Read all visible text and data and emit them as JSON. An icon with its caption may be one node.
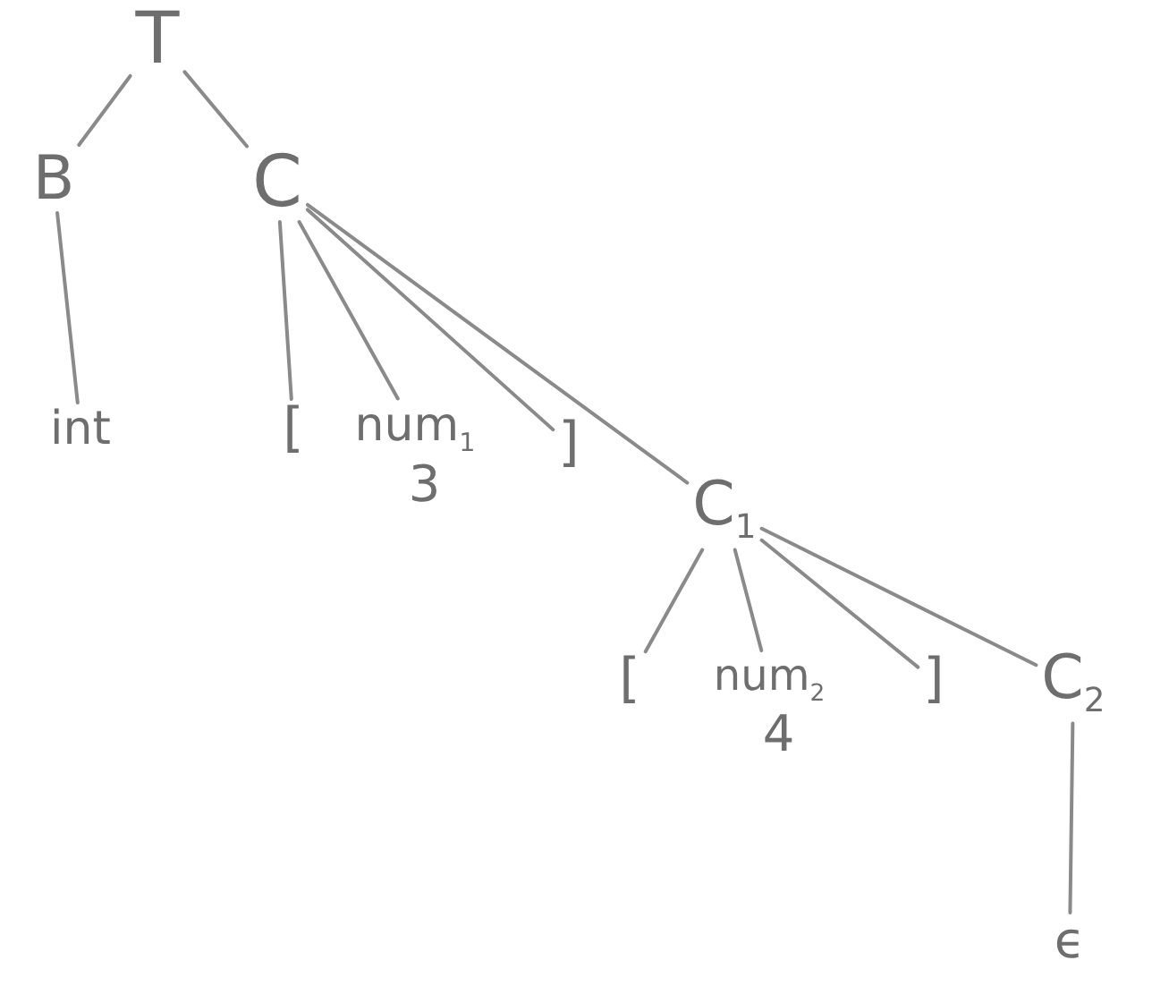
{
  "diagram": {
    "nodes": [
      {
        "text": [
          "T"
        ]
      },
      {
        "text": [
          "B"
        ]
      },
      {
        "text": [
          "C"
        ]
      },
      {
        "text": [
          "int"
        ]
      },
      {
        "text": [
          "["
        ]
      },
      {
        "text": [
          "num$_{1}$"
        ],
        "beside": [
          "3"
        ]
      },
      {
        "text": [
          "]"
        ]
      },
      {
        "text": [
          "C$_{1}$"
        ]
      },
      {
        "text": [
          "["
        ]
      },
      {
        "text": [
          "num$_{2}$"
        ],
        "beside": [
          "4"
        ]
      },
      {
        "text": [
          "]"
        ]
      },
      {
        "text": [
          "C$_{2}$"
        ]
      },
      {
        "text": [
          "ϵ"
        ]
      }
    ],
    "edges": [
      {
        "from": 0,
        "to": 1,
        "arrow": "none"
      },
      {
        "from": 0,
        "to": 2,
        "arrow": "none"
      },
      {
        "from": 1,
        "to": 3,
        "arrow": "none"
      },
      {
        "from": 2,
        "to": 4,
        "arrow": "none"
      },
      {
        "from": 2,
        "to": 5,
        "arrow": "none"
      },
      {
        "from": 2,
        "to": 6,
        "arrow": "none"
      },
      {
        "from": 2,
        "to": 7,
        "arrow": "none"
      },
      {
        "from": 7,
        "to": 8,
        "arrow": "none"
      },
      {
        "from": 7,
        "to": 9,
        "arrow": "none"
      },
      {
        "from": 7,
        "to": 10,
        "arrow": "none"
      },
      {
        "from": 7,
        "to": 11,
        "arrow": "none"
      },
      {
        "from": 11,
        "to": 12,
        "arrow": "none"
      }
    ]
  }
}
